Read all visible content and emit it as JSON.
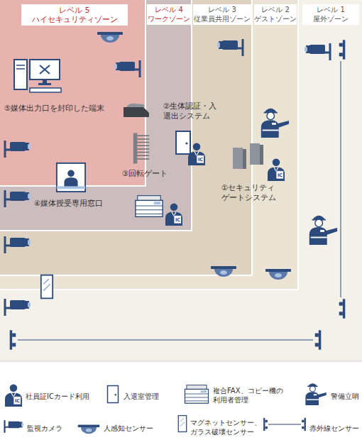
{
  "diagram": {
    "nodes": [
      {
        "text": [
          "レベル 1 屋外ゾーン"
        ]
      },
      {
        "text": [
          "レベル 2 ゲストゾーン"
        ],
        "in": 0
      },
      {
        "text": [
          "レベル 3 従業員共用ゾーン"
        ],
        "in": 1
      },
      {
        "text": [
          "レベル 4 ワークゾーン"
        ],
        "in": 2
      },
      {
        "text": [
          "レベル 5 ハイセキュリティゾーン"
        ],
        "in": 3
      }
    ],
    "labels": [
      "⑤媒体出力口を封印した端末",
      "②生体認証・入退出システム",
      "③回転ゲート",
      "①セキュリティゲートシステム",
      "④媒体授受専用窓口",
      "IC",
      "IC",
      "IC",
      "IC"
    ],
    "legend": [
      {
        "text": "社員証ICカード利用"
      },
      {
        "text": "入退室管理"
      },
      {
        "text": "複合FAX、コピー機の利用者管理"
      },
      {
        "text": "警備立哨"
      },
      {
        "text": "監視カメラ"
      },
      {
        "text": "人感知センサー"
      },
      {
        "text": "マグネットセンサー、ガラス破壊センサー"
      },
      {
        "text": "赤外線センサー"
      }
    ]
  }
}
